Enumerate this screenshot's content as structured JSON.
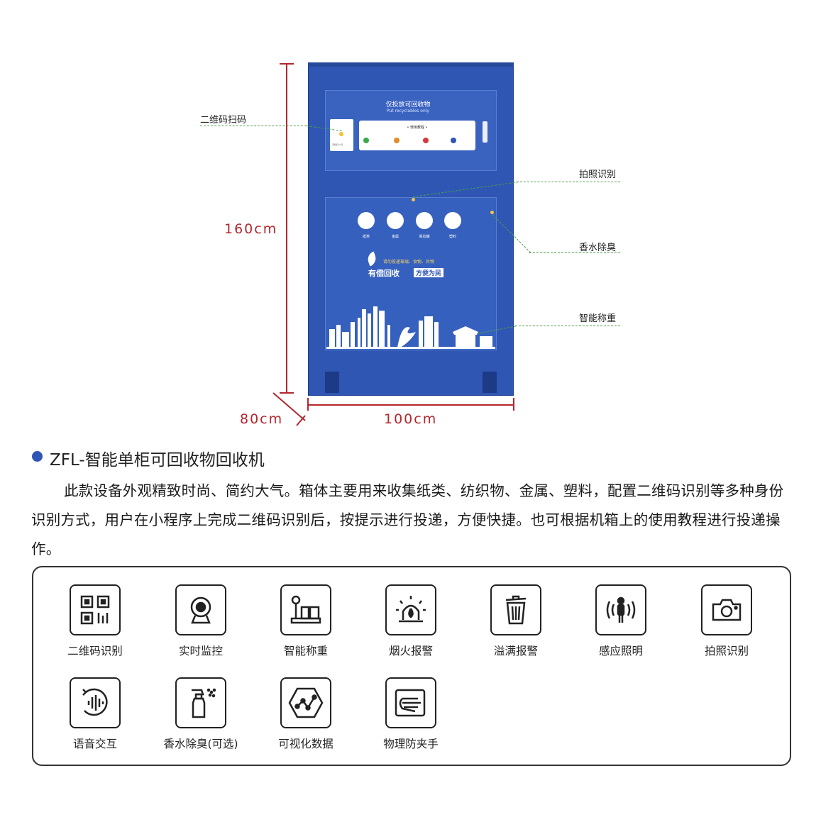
{
  "dimensions": {
    "height": "160cm",
    "depth": "80cm",
    "width": "100cm"
  },
  "cabinet": {
    "panel_title": "仅投放可回收物",
    "panel_subtitle": "Put recyclables only",
    "guide_title": "• 使用教程 •",
    "scanner_text": "手机扫一扫",
    "categories": [
      "纸类",
      "金属",
      "易拉罐",
      "塑料"
    ],
    "slogan_small": "请勿投递玻璃、食物、异物",
    "slogan_big": "有偿回收",
    "slogan_tag": "方便为民",
    "step_colors": [
      "#3aa84a",
      "#e08b2c",
      "#d63b3b",
      "#2f56b3"
    ]
  },
  "callouts": {
    "qr_scan": "二维码扫码",
    "photo_recognition": "拍照识别",
    "perfume_deodorize": "香水除臭",
    "smart_weighing": "智能称重"
  },
  "product": {
    "title": "ZFL-智能单柜可回收物回收机",
    "description": "此款设备外观精致时尚、简约大气。箱体主要用来收集纸类、纺织物、金属、塑料，配置二维码识别等多种身份识别方式，用户在小程序上完成二维码识别后，按提示进行投递，方便快捷。也可根据机箱上的使用教程进行投递操作。"
  },
  "features": [
    {
      "label": "二维码识别",
      "icon": "qr-code-icon"
    },
    {
      "label": "实时监控",
      "icon": "webcam-icon"
    },
    {
      "label": "智能称重",
      "icon": "scale-icon"
    },
    {
      "label": "烟火报警",
      "icon": "fire-alarm-icon"
    },
    {
      "label": "溢满报警",
      "icon": "trash-bin-icon"
    },
    {
      "label": "感应照明",
      "icon": "sensor-light-icon"
    },
    {
      "label": "拍照识别",
      "icon": "camera-icon"
    },
    {
      "label": "语音交互",
      "icon": "voice-icon"
    },
    {
      "label": "香水除臭(可选)",
      "icon": "spray-bottle-icon"
    },
    {
      "label": "可视化数据",
      "icon": "data-chart-icon"
    },
    {
      "label": "物理防夹手",
      "icon": "hand-protect-icon"
    }
  ],
  "colors": {
    "cabinet_blue": "#2f56b3",
    "dimension_red": "#b3262d",
    "callout_green": "#4aa04a"
  }
}
